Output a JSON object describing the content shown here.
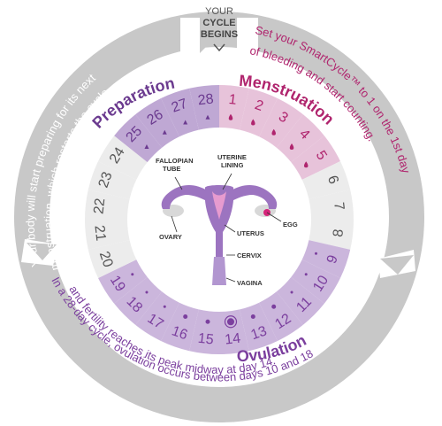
{
  "header": {
    "line1": "YOUR",
    "line2": "CYCLE",
    "line3": "BEGINS"
  },
  "phases": {
    "preparation": "Preparation",
    "menstruation": "Menstruation",
    "ovulation": "Ovulation"
  },
  "descriptions": {
    "left_line1": "Your body will start preparing for its next",
    "left_line2": "menstruation, which restarts the cycle.",
    "right_line1": "Set your SmartCycle™ to 1 on the 1st day",
    "right_line2": "of bleeding and start counting.",
    "bottom_line1": "In a 28-day cycle, ovulation occurs between days 10 and 18",
    "bottom_line2": "and fertility reaches its peak midway at day 14."
  },
  "anatomy": {
    "fallopian_line1": "FALLOPIAN",
    "fallopian_line2": "TUBE",
    "uterine_line1": "UTERINE",
    "uterine_line2": "LINING",
    "egg": "EGG",
    "ovary": "OVARY",
    "uterus": "UTERUS",
    "cervix": "CERVIX",
    "vagina": "VAGINA"
  },
  "days": [
    "1",
    "2",
    "3",
    "4",
    "5",
    "6",
    "7",
    "8",
    "9",
    "10",
    "11",
    "12",
    "13",
    "14",
    "15",
    "16",
    "17",
    "18",
    "19",
    "20",
    "21",
    "22",
    "23",
    "24",
    "25",
    "26",
    "27",
    "28"
  ],
  "colors": {
    "outer_ring": "#c8c8c8",
    "menstruation": "#b0256e",
    "menstruation_fill": "#e7c3da",
    "ovulation": "#7b3f9e",
    "ovulation_fill": "#cbb6dc",
    "preparation": "#6b3a8f",
    "preparation_fill": "#bfa8d4",
    "neutral_fill": "#ececec",
    "day_text": "#555555"
  }
}
